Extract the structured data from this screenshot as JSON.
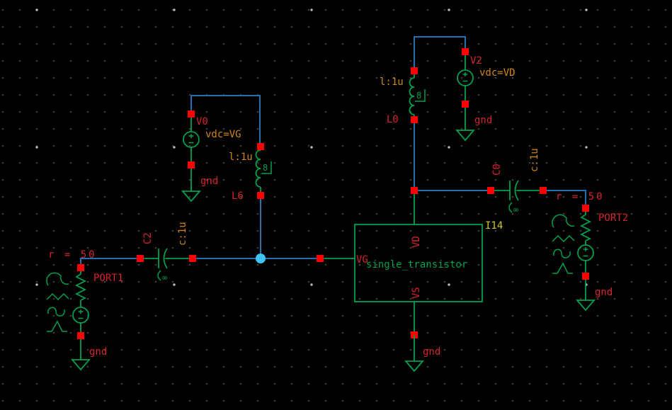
{
  "app": {
    "view": "schematic-editor-canvas"
  },
  "colors": {
    "background": "#000000",
    "wire_blue": "#2470b3",
    "device_green": "#00a04e",
    "pin_red": "#ff0000",
    "label_red": "#d4252c",
    "property_orange": "#cf8618",
    "instance_yellow": "#cfc42a",
    "junction_cyan": "#3fc4f3"
  },
  "labels": {
    "port1": {
      "r": "r = 50",
      "name": "PORT1",
      "gnd": "gnd"
    },
    "port2": {
      "r": "r = 50",
      "name": "PORT2",
      "gnd": "gnd"
    },
    "v0": {
      "name": "V0",
      "value": "vdc=VG",
      "gnd": "gnd"
    },
    "v2": {
      "name": "V2",
      "value": "vdc=VD",
      "gnd": "gnd"
    },
    "l6": {
      "name": "L6",
      "value": "l:1u"
    },
    "l0": {
      "name": "L0",
      "value": "l:1u"
    },
    "c2": {
      "name": "C2",
      "value": "c:1u"
    },
    "c0": {
      "name": "C0",
      "value": "c:1u"
    },
    "block": {
      "instance": "I14",
      "cell": "single_transistor",
      "pin_vg": "VG",
      "pin_vd": "VD",
      "pin_vs": "VS"
    },
    "vs_gnd": "gnd"
  },
  "glyphs": {
    "inductor_core": "8",
    "cap_infinity": "∞"
  }
}
